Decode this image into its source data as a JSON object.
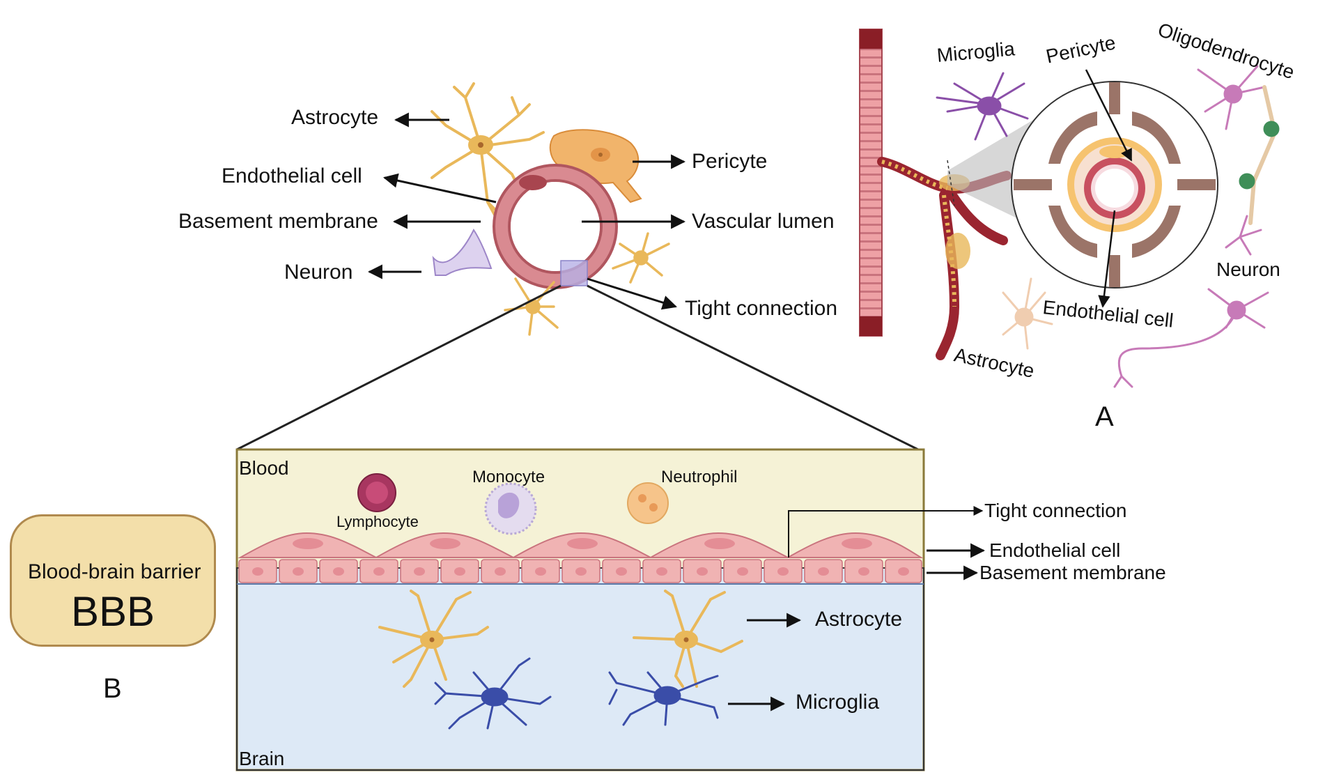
{
  "panel_a": {
    "letter": "A",
    "left_labels": {
      "astrocyte": "Astrocyte",
      "endothelial_cell": "Endothelial cell",
      "basement_membrane": "Basement membrane",
      "neuron": "Neuron"
    },
    "right_labels": {
      "pericyte": "Pericyte",
      "vascular_lumen": "Vascular lumen",
      "tight_connection": "Tight connection"
    },
    "vessel_labels": {
      "microglia": "Microglia",
      "pericyte": "Pericyte",
      "oligodendrocyte": "Oligodendrocyte",
      "neuron": "Neuron",
      "endothelial_cell": "Endothelial cell",
      "astrocyte": "Astrocyte"
    }
  },
  "panel_b": {
    "letter": "B",
    "region_labels": {
      "blood": "Blood",
      "brain": "Brain"
    },
    "blood_cells": {
      "lymphocyte": "Lymphocyte",
      "monocyte": "Monocyte",
      "neutrophil": "Neutrophil"
    },
    "side_labels": {
      "tight_connection": "Tight connection",
      "endothelial_cell": "Endothelial cell",
      "basement_membrane": "Basement membrane",
      "astrocyte": "Astrocyte",
      "microglia": "Microglia"
    },
    "badge": {
      "subtitle": "Blood-brain barrier",
      "title": "BBB"
    }
  },
  "colors": {
    "vessel_wall": "#c9737d",
    "endothelial": "#f0b3b3",
    "astrocyte": "#e9b85a",
    "pericyte": "#f1b46b",
    "microglia_blue": "#3a4da8",
    "microglia_purple": "#8a4fa8",
    "neuron_pink": "#c77ab8",
    "oligodendrocyte_green": "#3f8e58",
    "blood_bg": "#f5f2d6",
    "brain_bg": "#dde9f6",
    "badge_bg": "#f3dfaa"
  }
}
